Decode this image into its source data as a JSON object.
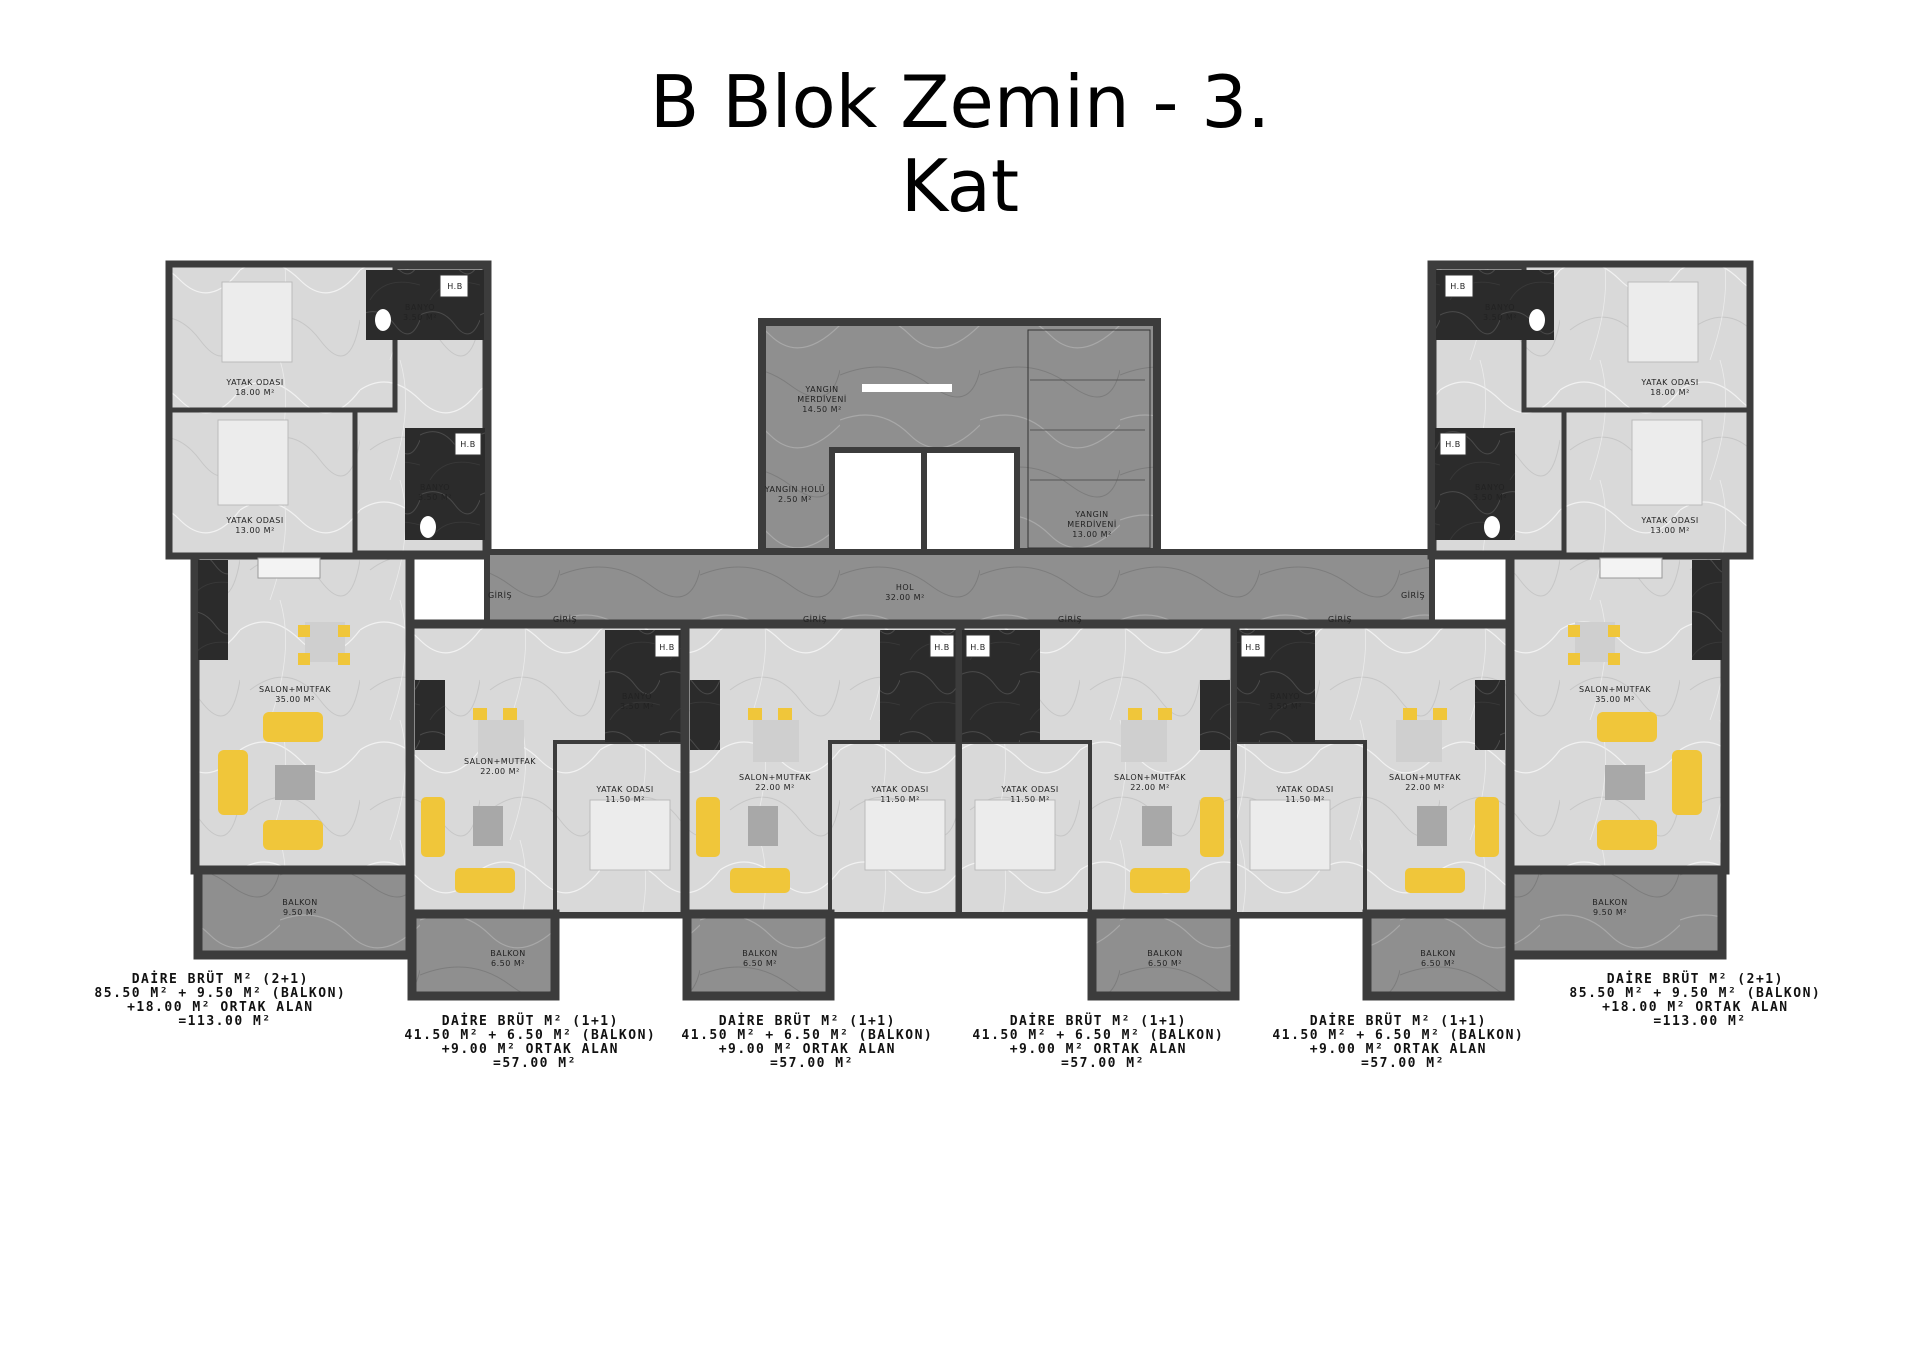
{
  "title": {
    "line1": "B Blok Zemin - 3.",
    "line2": "Kat"
  },
  "common": {
    "fire_stair_left": [
      "YANGIN",
      "MERDİVENİ",
      "14.50 M²"
    ],
    "fire_hall": [
      "YANGIN HOLÜ",
      "2.50 M²"
    ],
    "fire_stair_right": [
      "YANGIN",
      "MERDİVENİ",
      "13.00 M²"
    ],
    "hall": [
      "HOL",
      "32.00 M²"
    ],
    "entry": "GİRİŞ",
    "hb": "H.B"
  },
  "units_2plus1": {
    "bedroom_large": [
      "YATAK ODASI",
      "18.00 M²"
    ],
    "bedroom_small": [
      "YATAK ODASI",
      "13.00 M²"
    ],
    "bath": [
      "BANYO",
      "3.50 M²"
    ],
    "living": [
      "SALON+MUTFAK",
      "35.00 M²"
    ],
    "balcony": [
      "BALKON",
      "9.50 M²"
    ],
    "summary": [
      "DAİRE BRÜT M² (2+1)",
      "85.50 M² + 9.50 M² (BALKON)",
      "+18.00 M² ORTAK ALAN",
      "=113.00 M²"
    ]
  },
  "units_1plus1": {
    "living": [
      "SALON+MUTFAK",
      "22.00 M²"
    ],
    "bedroom": [
      "YATAK ODASI",
      "11.50 M²"
    ],
    "bath": [
      "BANYO",
      "3.50 M²"
    ],
    "balcony": [
      "BALKON",
      "6.50 M²"
    ],
    "summary": [
      "DAİRE BRÜT M² (1+1)",
      "41.50 M² + 6.50 M² (BALKON)",
      "+9.00 M² ORTAK ALAN",
      "=57.00 M²"
    ]
  }
}
